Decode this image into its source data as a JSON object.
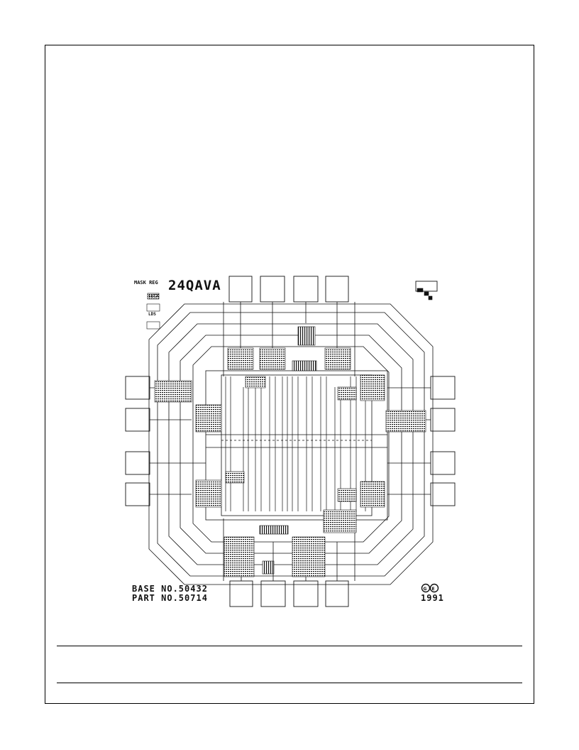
{
  "labels": {
    "mask_ref": "MASK REG",
    "die_id": "24QAVA",
    "block_a": "SECA",
    "block_b": "LDS",
    "base_no": "BASE NO.50432",
    "part_no": "PART NO.50714",
    "year": "1991"
  },
  "logo": "company-logo-icon",
  "colors": {
    "ink": "#111111",
    "paper": "#ffffff"
  }
}
